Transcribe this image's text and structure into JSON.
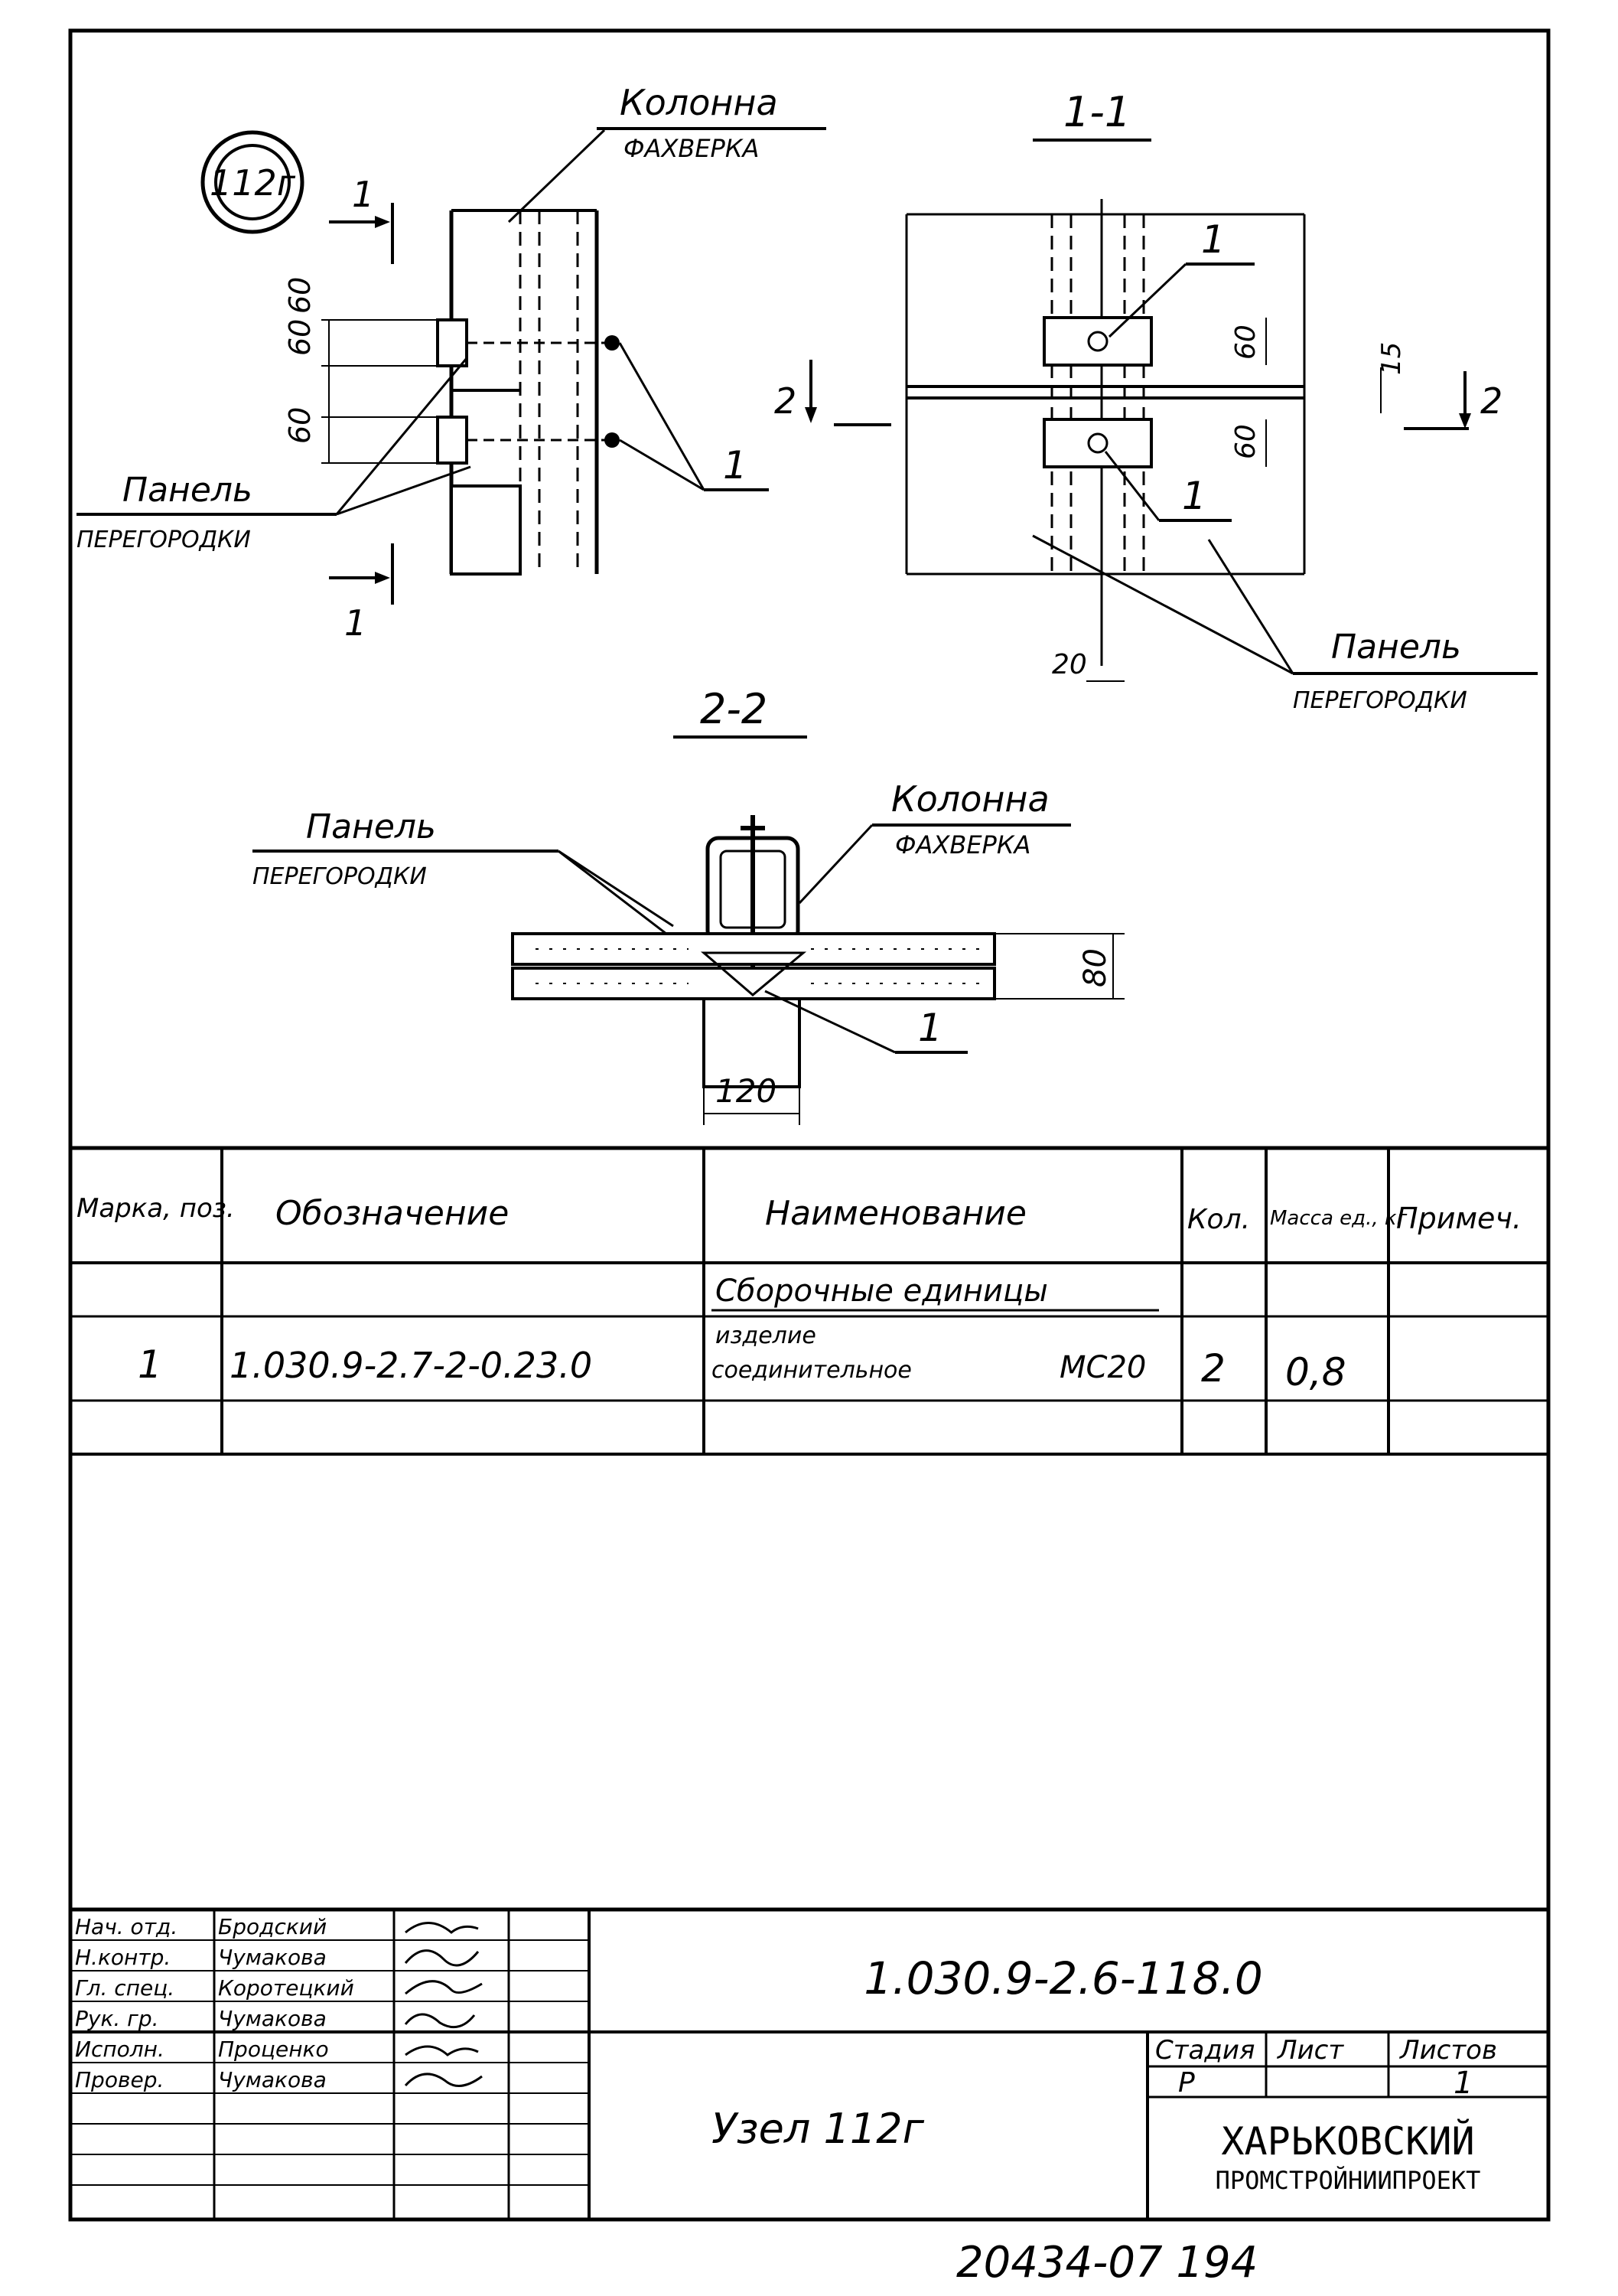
{
  "node_mark": "112г",
  "labels": {
    "column": "Колонна",
    "column_sub": "ФАХВЕРКА",
    "panel": "Панель",
    "panel_sub": "ПЕРЕГОРОДКИ",
    "section_1_1": "1-1",
    "section_2_2": "2-2",
    "cut_1": "1",
    "cut_2": "2",
    "item_1": "1"
  },
  "dimensions": {
    "d60": "60",
    "d15": "15",
    "d20": "20",
    "d80": "80",
    "d120": "120"
  },
  "spec_table": {
    "headers": {
      "mark": "Марка, поз.",
      "designation": "Обозначение",
      "name": "Наименование",
      "qty": "Кол.",
      "mass": "Масса ед., кг",
      "note": "Примеч."
    },
    "group_title": "Сборочные единицы",
    "rows": [
      {
        "mark": "1",
        "designation": "1.030.9-2.7-2-0.23.0",
        "name_line1": "изделие",
        "name_line2": "соединительное",
        "name_code": "МС20",
        "qty": "2",
        "mass": "0,8",
        "note": ""
      }
    ]
  },
  "title_block": {
    "roles": [
      {
        "role": "Нач. отд.",
        "name": "Бродский"
      },
      {
        "role": "Н.контр.",
        "name": "Чумакова"
      },
      {
        "role": "Гл. спец.",
        "name": "Коротецкий"
      },
      {
        "role": "Рук. гр.",
        "name": "Чумакова"
      },
      {
        "role": "Исполн.",
        "name": "Проценко"
      },
      {
        "role": "Провер.",
        "name": "Чумакова"
      }
    ],
    "doc_code": "1.030.9-2.6-118.0",
    "title": "Узел 112г",
    "stage_label": "Стадия",
    "sheet_label": "Лист",
    "sheets_label": "Листов",
    "stage": "Р",
    "sheet": "",
    "sheets": "1",
    "org_line1": "ХАРЬКОВСКИЙ",
    "org_line2": "ПРОМСТРОЙНИИПРОЕКТ"
  },
  "footer_number": "20434-07 194"
}
